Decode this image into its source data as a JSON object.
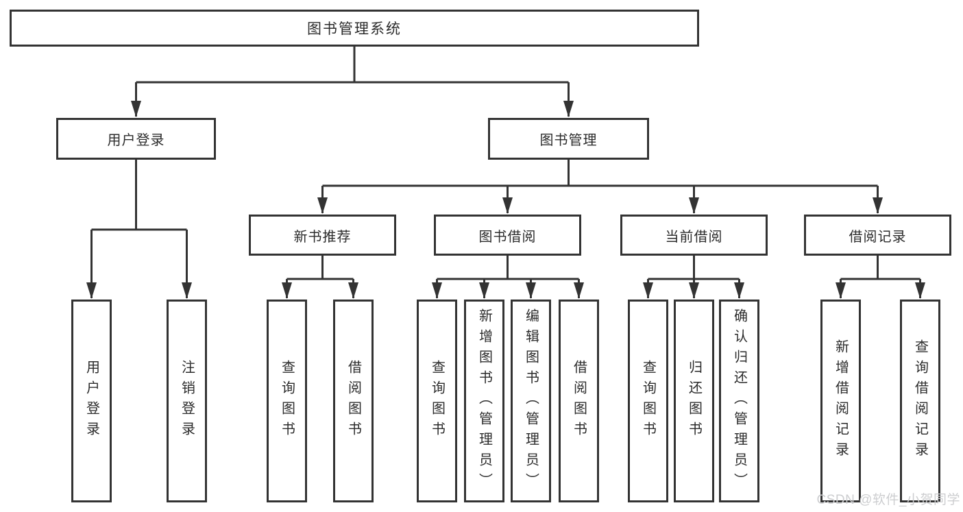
{
  "diagram": {
    "root": {
      "label": "图书管理系统"
    },
    "branches": [
      {
        "label": "用户登录",
        "children": [
          {
            "label": "用户登录"
          },
          {
            "label": "注销登录"
          }
        ]
      },
      {
        "label": "图书管理",
        "children": [
          {
            "label": "新书推荐",
            "children": [
              {
                "label": "查询图书"
              },
              {
                "label": "借阅图书"
              }
            ]
          },
          {
            "label": "图书借阅",
            "children": [
              {
                "label": "查询图书"
              },
              {
                "label": "新增图书（管理员）"
              },
              {
                "label": "编辑图书（管理员）"
              },
              {
                "label": "借阅图书"
              }
            ]
          },
          {
            "label": "当前借阅",
            "children": [
              {
                "label": "查询图书"
              },
              {
                "label": "归还图书"
              },
              {
                "label": "确认归还（管理员）"
              }
            ]
          },
          {
            "label": "借阅记录",
            "children": [
              {
                "label": "新增借阅记录"
              },
              {
                "label": "查询借阅记录"
              }
            ]
          }
        ]
      }
    ]
  },
  "watermark": {
    "text": "CSDN @软件_小贺同学"
  },
  "colors": {
    "line": "#333333",
    "text": "#2b2b2b",
    "background": "#ffffff",
    "watermark": "#cdced0"
  }
}
